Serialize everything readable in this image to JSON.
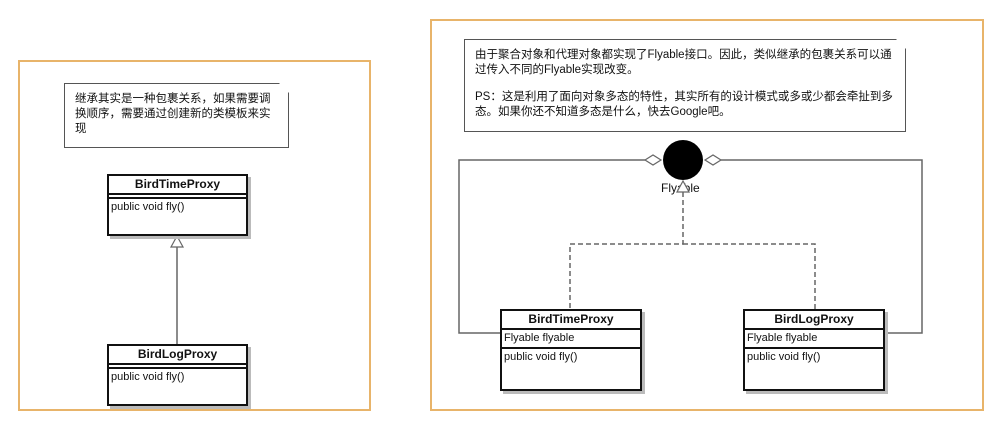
{
  "left_diagram": {
    "note": "继承其实是一种包裹关系，如果需要调换顺序，需要通过创建新的类模板来实现",
    "classes": [
      {
        "name": "BirdTimeProxy",
        "method": "public void fly()"
      },
      {
        "name": "BirdLogProxy",
        "method": "public void fly()"
      }
    ]
  },
  "right_diagram": {
    "note_line1": "由于聚合对象和代理对象都实现了Flyable接口。因此，类似继承的包裹关系可以通过传入不同的Flyable实现改变。",
    "note_line2": "PS：这是利用了面向对象多态的特性，其实所有的设计模式或多或少都会牵扯到多态。如果你还不知道多态是什么，快去Google吧。",
    "interface": "Flyable",
    "classes": [
      {
        "name": "BirdTimeProxy",
        "attribute": "Flyable flyable",
        "method": "public void fly()"
      },
      {
        "name": "BirdLogProxy",
        "attribute": "Flyable flyable",
        "method": "public void fly()"
      }
    ]
  },
  "colors": {
    "frame": "#e8b46a",
    "line": "#666666"
  }
}
